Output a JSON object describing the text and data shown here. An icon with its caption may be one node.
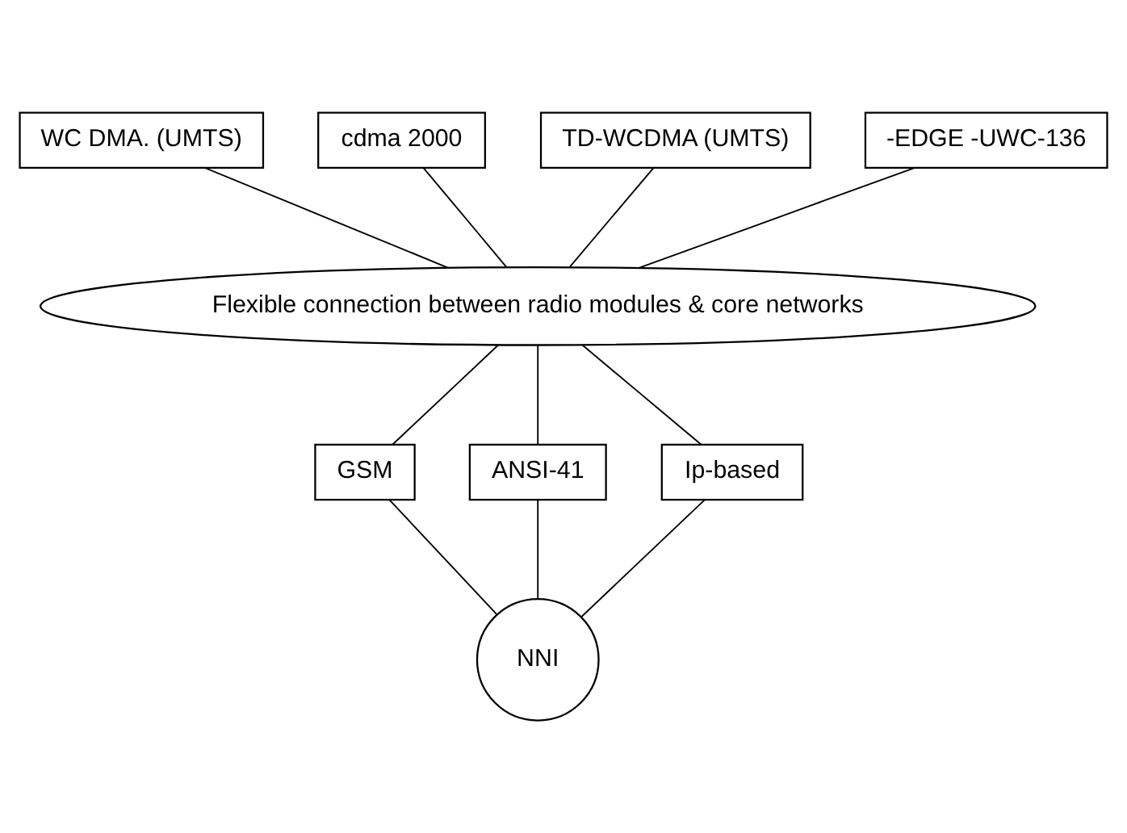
{
  "diagram": {
    "nodes": [
      {
        "text": [
          "WC DMA. (UMTS)"
        ]
      },
      {
        "text": [
          "cdma 2000"
        ]
      },
      {
        "text": [
          "TD-WCDMA (UMTS)"
        ]
      },
      {
        "text": [
          "-EDGE -UWC-136"
        ]
      },
      {
        "text": [
          "Flexible connection between radio modules & core networks"
        ]
      },
      {
        "text": [
          "GSM"
        ]
      },
      {
        "text": [
          "ANSI-41"
        ]
      },
      {
        "text": [
          "Ip-based"
        ]
      },
      {
        "text": [
          "NNI"
        ]
      }
    ],
    "edges": [
      {
        "from": 0,
        "to": 4,
        "arrow": "none"
      },
      {
        "from": 1,
        "to": 4,
        "arrow": "none"
      },
      {
        "from": 2,
        "to": 4,
        "arrow": "none"
      },
      {
        "from": 3,
        "to": 4,
        "arrow": "none"
      },
      {
        "from": 4,
        "to": 5,
        "arrow": "none"
      },
      {
        "from": 4,
        "to": 6,
        "arrow": "none"
      },
      {
        "from": 4,
        "to": 7,
        "arrow": "none"
      },
      {
        "from": 5,
        "to": 8,
        "arrow": "none"
      },
      {
        "from": 6,
        "to": 8,
        "arrow": "none"
      },
      {
        "from": 7,
        "to": 8,
        "arrow": "none"
      }
    ]
  }
}
